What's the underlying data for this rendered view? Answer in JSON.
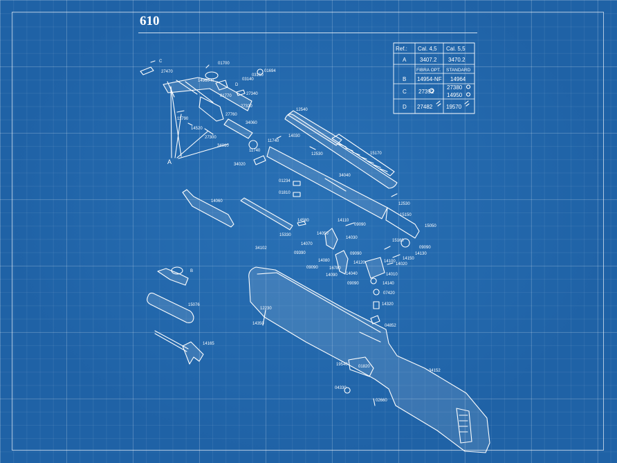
{
  "title": "610",
  "table": {
    "header": [
      "Ref.:",
      "Cal. 4,5",
      "Cal. 5,5"
    ],
    "row_a": [
      "A",
      "3407.2",
      "3470.2"
    ],
    "subheader": [
      "FIBRA OPT.",
      "STANDARD"
    ],
    "row_b": [
      "B",
      "14954-NF",
      "14964"
    ],
    "row_c": [
      "C",
      "27392",
      "27380",
      "14950"
    ],
    "row_d": [
      "D",
      "27482",
      "19570"
    ]
  },
  "callout_a": "A",
  "labels": [
    "C",
    "27470",
    "01700",
    "03150",
    "01694",
    "14960-N",
    "03140",
    "D",
    "01770",
    "27340",
    "27320",
    "27760",
    "11790",
    "14520",
    "34060",
    "27300",
    "34010",
    "12540",
    "14030",
    "11740",
    "11740",
    "12530",
    "15170",
    "34020",
    "34040",
    "01234",
    "01810",
    "12530",
    "14060",
    "15150",
    "15050",
    "14580",
    "15330",
    "34102",
    "14110",
    "09090",
    "14050",
    "14030",
    "14070",
    "09390",
    "15160",
    "09090",
    "14130",
    "14150",
    "14020",
    "09090",
    "14080",
    "14120",
    "14100",
    "09090",
    "16780",
    "14090",
    "14040",
    "14010",
    "09090",
    "14140",
    "07420",
    "B",
    "15076",
    "12230",
    "14320",
    "14350",
    "04852",
    "14165",
    "34152",
    "19540",
    "01820",
    "04330",
    "02660"
  ]
}
